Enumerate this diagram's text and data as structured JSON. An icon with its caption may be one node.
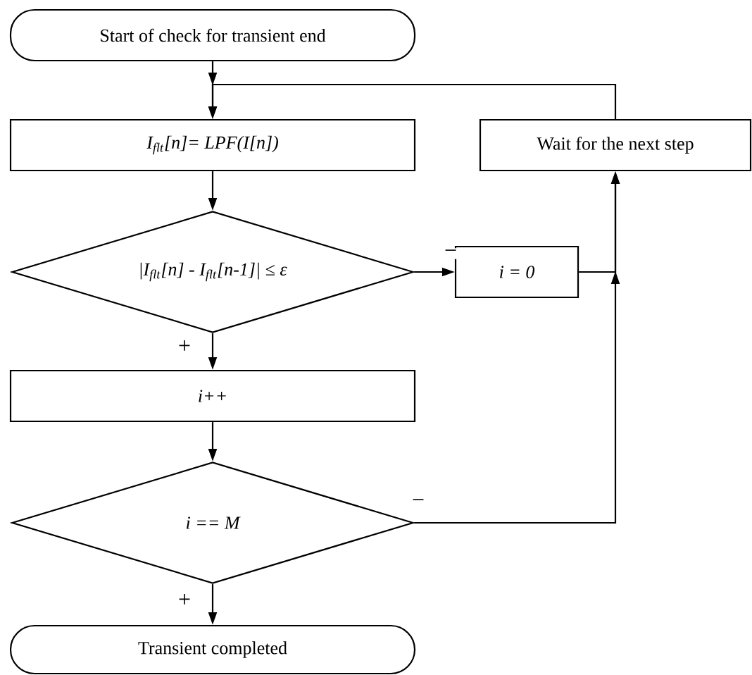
{
  "diagram": {
    "nodes": [
      {
        "text": [
          "Start of check for transient end"
        ]
      },
      {
        "text": [
          "I$_{flt}$[n]= LPF(I[n])"
        ]
      },
      {
        "text": [
          "|I$_{flt}$[n] - I$_{flt}$[n-1]| ≤ ε"
        ]
      },
      {
        "text": [
          "i = 0"
        ]
      },
      {
        "text": [
          "Wait for the next step"
        ]
      },
      {
        "text": [
          "i++"
        ]
      },
      {
        "text": [
          "i == M"
        ]
      },
      {
        "text": [
          "Transient completed"
        ]
      }
    ],
    "edges": [
      {
        "from": 0,
        "to": 1,
        "arrow": "to"
      },
      {
        "from": 1,
        "to": 2,
        "arrow": "to"
      },
      {
        "from": 2,
        "to": 3,
        "arrow": "to",
        "label": "−"
      },
      {
        "from": 2,
        "to": 5,
        "arrow": "to",
        "label": "+"
      },
      {
        "from": 3,
        "to": 4,
        "arrow": "to"
      },
      {
        "from": 4,
        "to": 1,
        "arrow": "to"
      },
      {
        "from": 5,
        "to": 6,
        "arrow": "to"
      },
      {
        "from": 6,
        "to": 7,
        "arrow": "to",
        "label": "+"
      },
      {
        "from": 6,
        "to": 4,
        "arrow": "to",
        "label": "−"
      }
    ]
  }
}
